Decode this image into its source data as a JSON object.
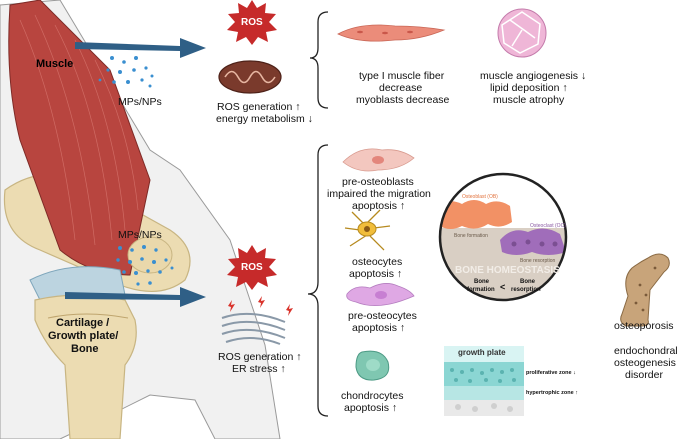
{
  "labels": {
    "muscle": "Muscle",
    "mps_nps_top": "MPs/NPs",
    "mps_nps_mid": "MPs/NPs",
    "ros_top": "ROS",
    "ros_bottom": "ROS",
    "cartilage": [
      "Cartilage /",
      "Growth plate/",
      "Bone"
    ]
  },
  "muscle_effects": {
    "mito": [
      "ROS generation ↑",
      "energy metabolism ↓"
    ],
    "fiber": [
      "type I muscle fiber",
      "decrease",
      "myoblasts decrease"
    ],
    "tissue": [
      "muscle angiogenesis ↓",
      "lipid deposition ↑",
      "muscle atrophy"
    ]
  },
  "bone_effects": {
    "er": [
      "ROS generation ↑",
      "ER stress ↑"
    ],
    "preosteoblasts": [
      "pre-osteoblasts",
      "impaired the migration",
      "apoptosis ↑"
    ],
    "osteocytes": [
      "osteocytes",
      "apoptosis ↑"
    ],
    "preosteocytes": [
      "pre-osteocytes",
      "apoptosis ↑"
    ],
    "chondrocytes": [
      "chondrocytes",
      "apoptosis ↑"
    ]
  },
  "homeostasis": {
    "osteoblast": "Osteoblast (OB)",
    "osteoclast": "Osteoclast (OC)",
    "bone_formation": "Bone formation",
    "bone_resorption": "Bone resorption",
    "title": "BONE HOMEOSTASIS",
    "compare_left": [
      "Bone",
      "formation"
    ],
    "compare_sign": "<",
    "compare_right": [
      "Bone",
      "resorption"
    ]
  },
  "growth_plate": {
    "title": "growth plate",
    "proliferative": "proliferative zone ↓",
    "hypertrophic": "hypertrophic zone ↑"
  },
  "outcomes": {
    "osteoporosis": "osteoporosis",
    "endochondral": [
      "endochondral",
      "osteogenesis",
      "disorder"
    ]
  },
  "colors": {
    "muscle": "#b8453f",
    "arrow": "#2f5f86",
    "ros": "#c62a2a",
    "particles": "#3a8fd0",
    "bone": "#e8d5a8",
    "homeostasis_bg": "#d9cfc4"
  }
}
